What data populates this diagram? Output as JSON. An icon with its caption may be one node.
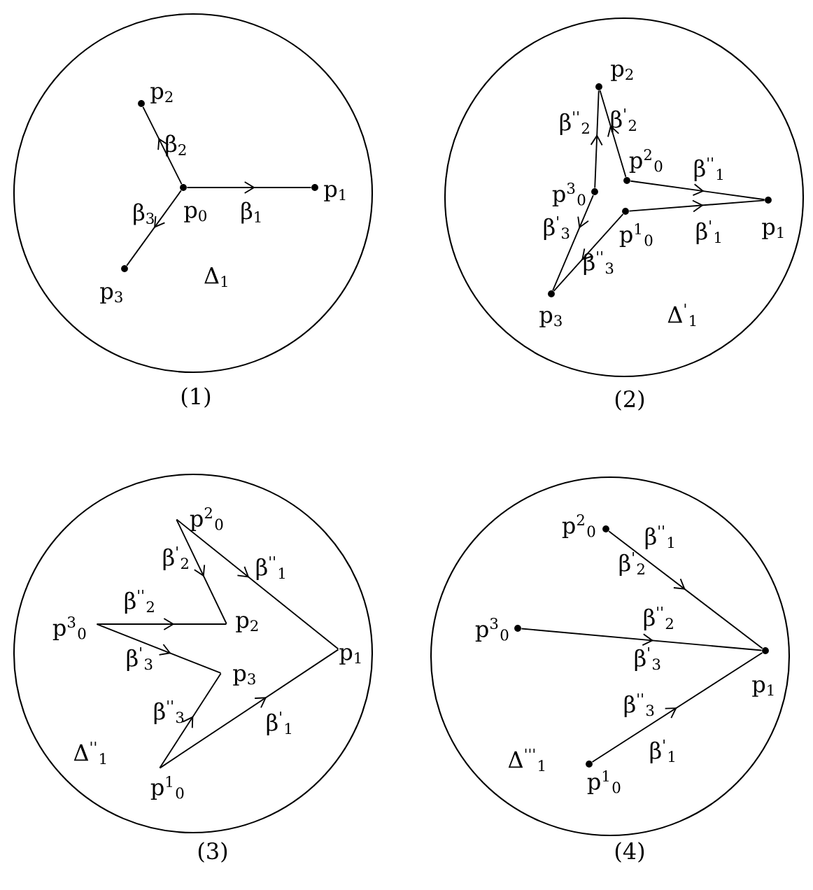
{
  "diagram": {
    "nodes": [
      {
        "text": [
          "Δ$_{1}$"
        ],
        "beside": [
          "(1)"
        ]
      },
      {
        "text": [
          "p$_{0}$"
        ],
        "in": 0
      },
      {
        "text": [
          "p$_{1}$"
        ],
        "in": 0
      },
      {
        "text": [
          "p$_{2}$"
        ],
        "in": 0
      },
      {
        "text": [
          "p$_{3}$"
        ],
        "in": 0
      },
      {
        "text": [
          "Δ$^{'}$$_{1}$"
        ],
        "beside": [
          "(2)"
        ]
      },
      {
        "text": [
          "p$_{2}$"
        ],
        "in": 5
      },
      {
        "text": [
          "p$^{3}$$_{0}$"
        ],
        "in": 5
      },
      {
        "text": [
          "p$^{2}$$_{0}$"
        ],
        "in": 5
      },
      {
        "text": [
          "p$^{1}$$_{0}$"
        ],
        "in": 5
      },
      {
        "text": [
          "p$_{1}$"
        ],
        "in": 5
      },
      {
        "text": [
          "p$_{3}$"
        ],
        "in": 5
      },
      {
        "text": [
          "Δ$^{''}$$_{1}$"
        ],
        "beside": [
          "(3)"
        ]
      },
      {
        "text": [
          "p$^{2}$$_{0}$"
        ],
        "in": 12
      },
      {
        "text": [
          "p$^{3}$$_{0}$"
        ],
        "in": 12
      },
      {
        "text": [
          "p$_{2}$"
        ],
        "in": 12
      },
      {
        "text": [
          "p$_{1}$"
        ],
        "in": 12
      },
      {
        "text": [
          "p$_{3}$"
        ],
        "in": 12
      },
      {
        "text": [
          "p$^{1}$$_{0}$"
        ],
        "in": 12
      },
      {
        "text": [
          "Δ$^{'''}$$_{1}$"
        ],
        "beside": [
          "(4)"
        ]
      },
      {
        "text": [
          "p$^{2}$$_{0}$"
        ],
        "in": 19
      },
      {
        "text": [
          "p$^{3}$$_{0}$"
        ],
        "in": 19
      },
      {
        "text": [
          "p$_{1}$"
        ],
        "in": 19
      },
      {
        "text": [
          "p$^{1}$$_{0}$"
        ],
        "in": 19
      }
    ],
    "edges": [
      {
        "from": 1,
        "to": 2,
        "arrow": "to",
        "label": "β$_{1}$"
      },
      {
        "from": 1,
        "to": 3,
        "arrow": "to",
        "label": "β$_{2}$"
      },
      {
        "from": 1,
        "to": 4,
        "arrow": "to",
        "label": "β$_{3}$"
      },
      {
        "from": 8,
        "to": 10,
        "arrow": "to",
        "label": "β$^{''}$$_{1}$"
      },
      {
        "from": 9,
        "to": 10,
        "arrow": "to",
        "label": "β$^{'}$$_{1}$"
      },
      {
        "from": 8,
        "to": 6,
        "arrow": "to",
        "label": "β$^{'}$$_{2}$"
      },
      {
        "from": 7,
        "to": 6,
        "arrow": "to",
        "label": "β$^{''}$$_{2}$"
      },
      {
        "from": 7,
        "to": 11,
        "arrow": "to",
        "label": "β$^{'}$$_{3}$"
      },
      {
        "from": 9,
        "to": 11,
        "arrow": "to",
        "label": "β$^{''}$$_{3}$"
      },
      {
        "from": 13,
        "to": 15,
        "arrow": "to",
        "label": "β$^{'}$$_{2}$"
      },
      {
        "from": 13,
        "to": 16,
        "arrow": "to",
        "label": "β$^{''}$$_{1}$"
      },
      {
        "from": 14,
        "to": 15,
        "arrow": "to",
        "label": "β$^{''}$$_{2}$"
      },
      {
        "from": 14,
        "to": 17,
        "arrow": "to",
        "label": "β$^{'}$$_{3}$"
      },
      {
        "from": 18,
        "to": 17,
        "arrow": "to",
        "label": "β$^{''}$$_{3}$"
      },
      {
        "from": 18,
        "to": 16,
        "arrow": "to",
        "label": "β$^{'}$$_{1}$"
      },
      {
        "from": 20,
        "to": 22,
        "arrow": "to",
        "label": "β$^{''}$$_{1}$"
      },
      {
        "from": 21,
        "to": 22,
        "arrow": "to",
        "label": "β$^{''}$$_{2}$"
      },
      {
        "from": 23,
        "to": 22,
        "arrow": "to",
        "label": "β$^{''}$$_{3}$"
      }
    ],
    "labels": [
      "β$^{'}$$_{2}$",
      "β$^{'}$$_{3}$",
      "β$^{'}$$_{1}$"
    ]
  }
}
